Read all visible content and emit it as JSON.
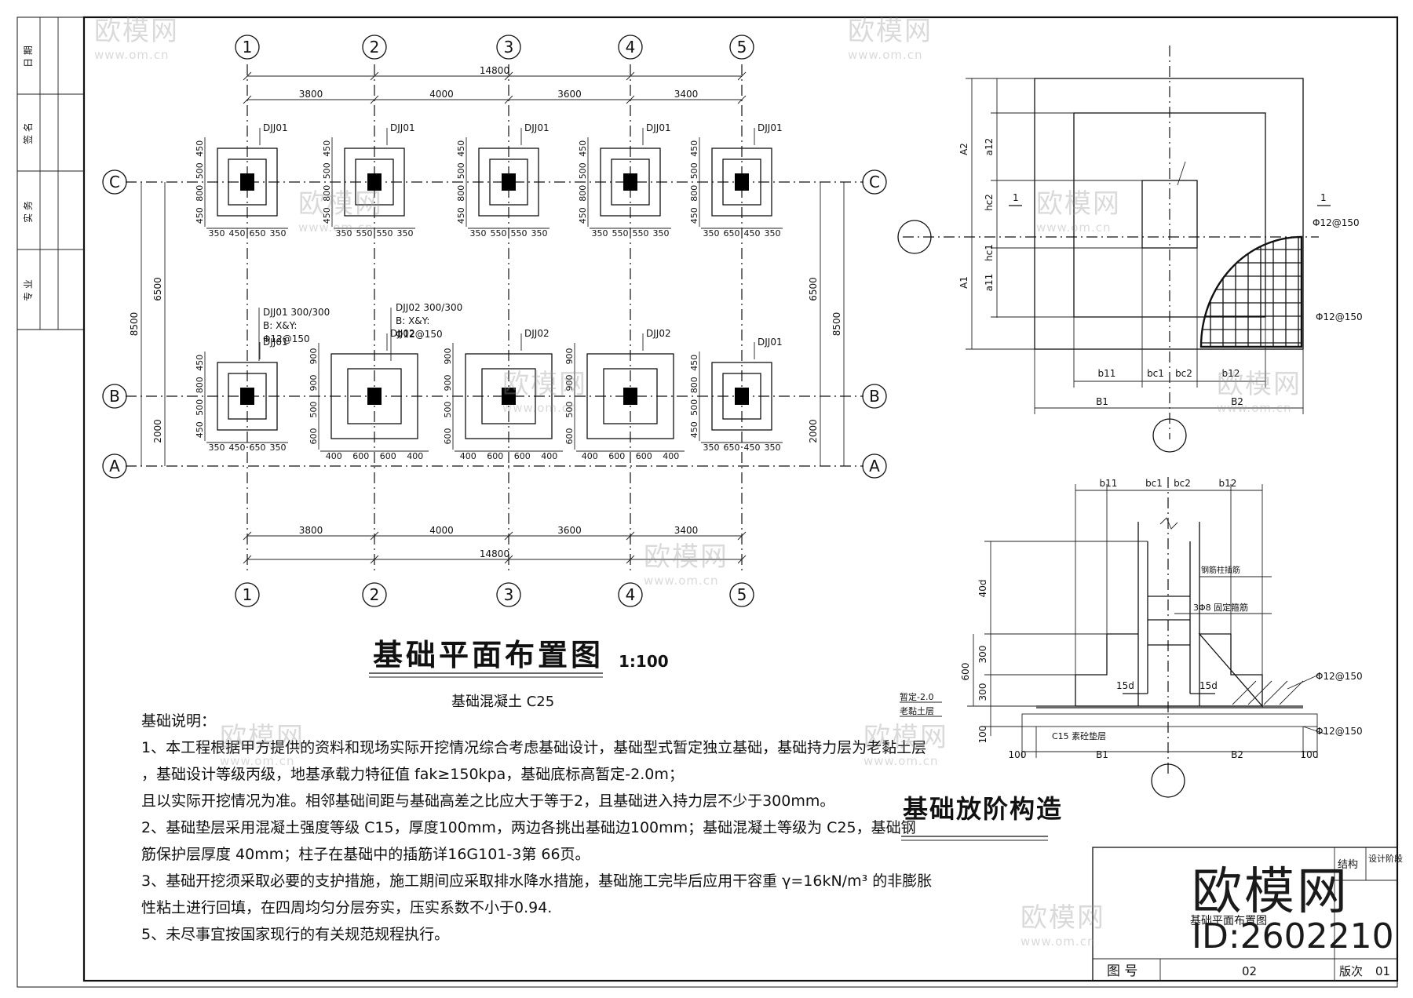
{
  "sidebar": {
    "items": [
      "日 期",
      "签 名",
      "实 务",
      "专 业"
    ]
  },
  "plan": {
    "axes_num": [
      "1",
      "2",
      "3",
      "4",
      "5"
    ],
    "axes_let": [
      "C",
      "B",
      "A"
    ],
    "spans": [
      "3800",
      "4000",
      "3600",
      "3400"
    ],
    "total": "14800",
    "dim_6500": "6500",
    "dim_8500": "8500",
    "dim_2000": "2000",
    "top_row": {
      "labels": [
        "DJJ01",
        "DJJ01",
        "DJJ01",
        "DJJ01",
        "DJJ01"
      ],
      "v": [
        "450",
        "500",
        "800",
        "450"
      ],
      "h": [
        [
          "350",
          "450",
          "650",
          "350"
        ],
        [
          "350",
          "550",
          "550",
          "350"
        ],
        [
          "350",
          "550",
          "550",
          "350"
        ],
        [
          "350",
          "550",
          "550",
          "350"
        ],
        [
          "350",
          "650",
          "450",
          "350"
        ]
      ]
    },
    "mid_row": {
      "labels": [
        "DJJ01",
        "DJJ02",
        "DJJ02",
        "DJJ02",
        "DJJ01"
      ],
      "v_a": [
        "450",
        "800",
        "500",
        "450"
      ],
      "v_b": [
        "900",
        "900",
        "500",
        "600"
      ],
      "h": [
        [
          "350",
          "450",
          "650",
          "350"
        ],
        [
          "400",
          "600",
          "600",
          "400"
        ],
        [
          "400",
          "600",
          "600",
          "400"
        ],
        [
          "400",
          "600",
          "600",
          "400"
        ],
        [
          "350",
          "650",
          "450",
          "350"
        ]
      ]
    },
    "note1": [
      "DJJ01 300/300",
      "B: X&Y:",
      "Φ12@150"
    ],
    "note2": [
      "DJJ02 300/300",
      "B: X&Y:",
      "Φ12@150"
    ]
  },
  "titles": {
    "plan_title": "基础平面布置图",
    "plan_scale": "1:100",
    "concrete": "基础混凝土 C25",
    "section_title": "基础放阶构造"
  },
  "detail_top": {
    "labels": [
      "A2",
      "A1",
      "a12",
      "hc2",
      "hc1",
      "a11",
      "b11",
      "bc1",
      "bc2",
      "b12",
      "B1",
      "B2",
      "1",
      "1"
    ],
    "rebar": [
      "Φ12@150",
      "Φ12@150"
    ]
  },
  "detail_sec": {
    "labels": [
      "b11",
      "bc1",
      "bc2",
      "b12",
      "40d",
      "300",
      "300",
      "600",
      "100",
      "15d",
      "15d",
      "B1",
      "B2",
      "100",
      "100"
    ],
    "callouts": [
      "钢筋柱插筋",
      "3Φ8 固定箍筋",
      "Φ12@150",
      "Φ12@150",
      "暂定-2.0",
      "老黏土层",
      "C15 素砼垫层"
    ]
  },
  "notes": [
    "基础说明：",
    "1、本工程根据甲方提供的资料和现场实际开挖情况综合考虑基础设计，基础型式暂定独立基础，基础持力层为老黏土层",
    "，基础设计等级丙级，地基承载力特征值 fak≥150kpa，基础底标高暂定-2.0m；",
    "且以实际开挖情况为准。相邻基础间距与基础高差之比应大于等于2，且基础进入持力层不少于300mm。",
    "2、基础垫层采用混凝土强度等级 C15，厚度100mm，两边各挑出基础边100mm；基础混凝土等级为 C25，基础钢",
    "筋保护层厚度 40mm；柱子在基础中的插筋详16G101-3第 66页。",
    "3、基础开挖须采取必要的支护措施，施工期间应采取排水降水措施，基础施工完毕后应用干容重 γ=16kN/m³ 的非膨胀",
    "性粘土进行回填，在四周均匀分层夯实，压实系数不小于0.94.",
    "5、未尽事宜按国家现行的有关规范规程执行。"
  ],
  "titleblock": {
    "drawing_name": "基础平面布置图",
    "col1": "结构",
    "col2": "设计阶段",
    "drawing_no_label": "图 号",
    "drawing_no": "02",
    "version_label": "版次",
    "version": "01"
  },
  "watermark": {
    "brand": "欧模网",
    "id": "ID:2602210",
    "site": "www.om.cn"
  }
}
